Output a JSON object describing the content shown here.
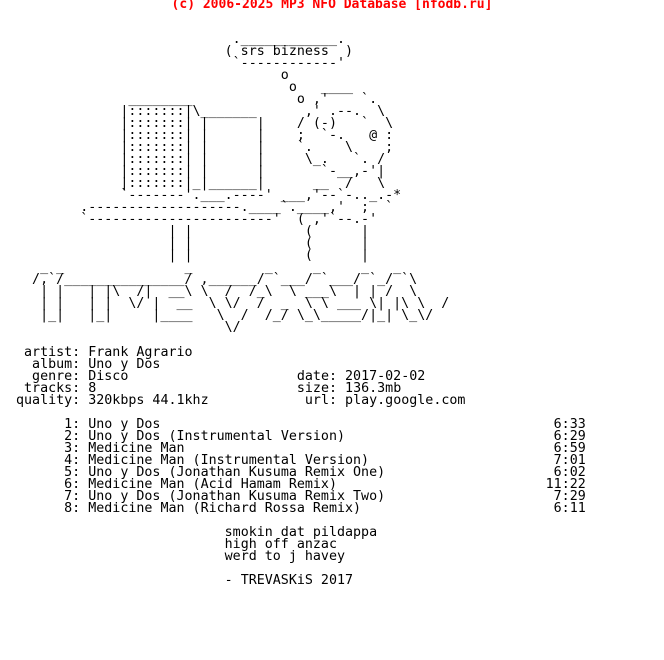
{
  "header": {
    "text": "(c) 2006-2025 MP3 NFO Database [nfodb.ru]",
    "color": "#ff0000"
  },
  "art": "                           .____________.\n                          ( srs bizness  )\n                           `------------'\n                                 o\n                                  o   ____\n              ________             o ,'    `.\n             |:::::::|\\_______      ,' .--.  \\\n             |:::::::| |      |    / (-)   `  \\\n             |:::::::| |      |    ;  `-.   @ :\n             |:::::::| |      |    `.    \\    ;\n             |:::::::| |      |     \\_.   `. /\n             |:::::::| |      |       `-__,-'|\n             |:::::::|_|______|      __  /   \\\n             `-------'.___.----' ___,'--`-.._.-*\n        .-------------------.____`.____,'  ;  `\n        `-----------------------'  ( ,'`--.-'\n                   | |              (      |\n                   | |              (      |\n                   | |              (      |\n   _ _               _         _     _     _   _\n  /,`/_______________/ ,______/ `___/ `___/ `_/ `\\\n   | |   | |\\  /|  __\\ \\  /  /_\\  \\ ___\\  | | /  \\\n   | |   | |  \\/ |  __  \\ \\/  /  _  \\ \\ ___ \\| |\\ \\  /\n   |_|   |_|     |____   \\  /  /_/ \\_\\_____/|_| \\_\\/\n                          \\/",
  "nfo": {
    "info_left": [
      {
        "label": "artist",
        "value": "Frank Agrario"
      },
      {
        "label": "album",
        "value": "Uno y Dos"
      },
      {
        "label": "genre",
        "value": "Disco"
      },
      {
        "label": "tracks",
        "value": "8"
      },
      {
        "label": "quality",
        "value": "320kbps 44.1khz"
      }
    ],
    "info_right": [
      {
        "label": "date",
        "value": "2017-02-02"
      },
      {
        "label": "size",
        "value": "136.3mb"
      },
      {
        "label": "url",
        "value": "play.google.com"
      }
    ],
    "tracks": [
      {
        "num": "1",
        "title": "Uno y Dos",
        "time": "6:33"
      },
      {
        "num": "2",
        "title": "Uno y Dos (Instrumental Version)",
        "time": "6:29"
      },
      {
        "num": "3",
        "title": "Medicine Man",
        "time": "6:59"
      },
      {
        "num": "4",
        "title": "Medicine Man (Instrumental Version)",
        "time": "7:01"
      },
      {
        "num": "5",
        "title": "Uno y Dos (Jonathan Kusuma Remix One)",
        "time": "6:02"
      },
      {
        "num": "6",
        "title": "Medicine Man (Acid Hamam Remix)",
        "time": "11:22"
      },
      {
        "num": "7",
        "title": "Uno y Dos (Jonathan Kusuma Remix Two)",
        "time": "7:29"
      },
      {
        "num": "8",
        "title": "Medicine Man (Richard Rossa Remix)",
        "time": "6:11"
      }
    ],
    "greetings": [
      "smokin dat pildappa",
      "high off anzac",
      "werd to j havey"
    ],
    "signature": "- TREVASKiS 2017"
  }
}
